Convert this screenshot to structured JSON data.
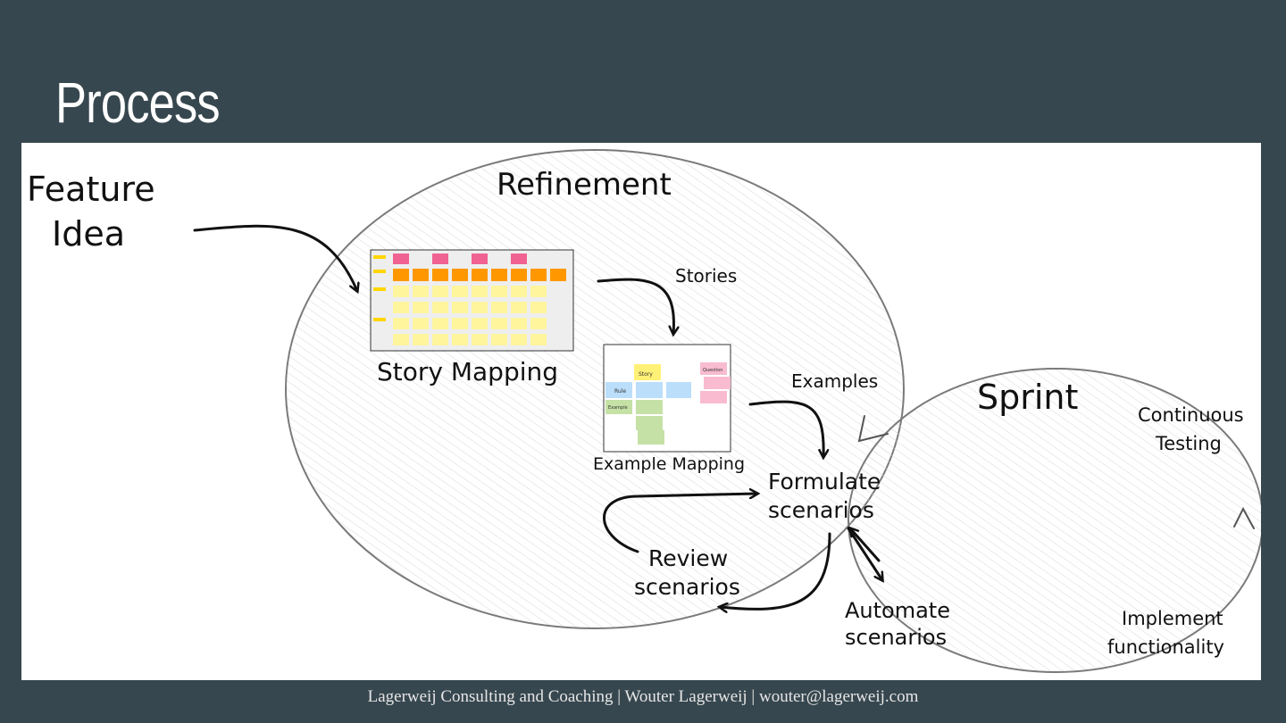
{
  "slide": {
    "title": "Process",
    "footer": "Lagerweij Consulting and Coaching | Wouter Lagerweij | wouter@lagerweij.com"
  },
  "diagram": {
    "feature_idea": [
      "Feature",
      "Idea"
    ],
    "refinement": "Refinement",
    "sprint": "Sprint",
    "story_mapping": "Story Mapping",
    "stories": "Stories",
    "example_mapping": "Example Mapping",
    "examples": "Examples",
    "formulate": [
      "Formulate",
      "scenarios"
    ],
    "review": [
      "Review",
      "scenarios"
    ],
    "automate": [
      "Automate",
      "scenarios"
    ],
    "continuous_testing": [
      "Continuous",
      "Testing"
    ],
    "implement": [
      "Implement",
      "functionality"
    ],
    "example_card": {
      "story": "Story",
      "rule": "Rule",
      "example": "Example",
      "question": "Question"
    }
  }
}
